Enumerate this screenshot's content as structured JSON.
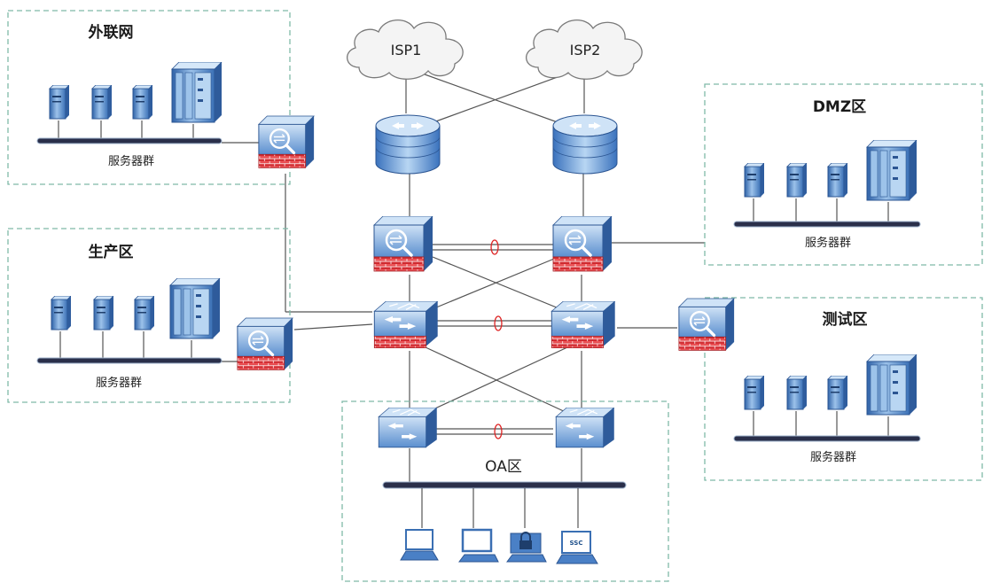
{
  "zones": {
    "extranet": {
      "title": "外联网",
      "cluster_label": "服务器群"
    },
    "production": {
      "title": "生产区",
      "cluster_label": "服务器群"
    },
    "dmz": {
      "title": "DMZ区",
      "cluster_label": "服务器群"
    },
    "test": {
      "title": "测试区",
      "cluster_label": "服务器群"
    },
    "oa": {
      "title": "OA区",
      "ssc_text": "SSC"
    }
  },
  "isps": [
    "ISP1",
    "ISP2"
  ],
  "colors": {
    "zone_border": "#7fb9a8",
    "device_blue": "#3f79c4",
    "firewall_red": "#e0393e",
    "link_gray": "#555555"
  },
  "icons": [
    "cloud-icon",
    "router-icon",
    "firewall-icon",
    "core-switch-icon",
    "access-switch-icon",
    "server-icon",
    "server-rack-icon",
    "laptop-icon",
    "desktop-icon",
    "lock-terminal-icon",
    "ssc-device-icon"
  ]
}
